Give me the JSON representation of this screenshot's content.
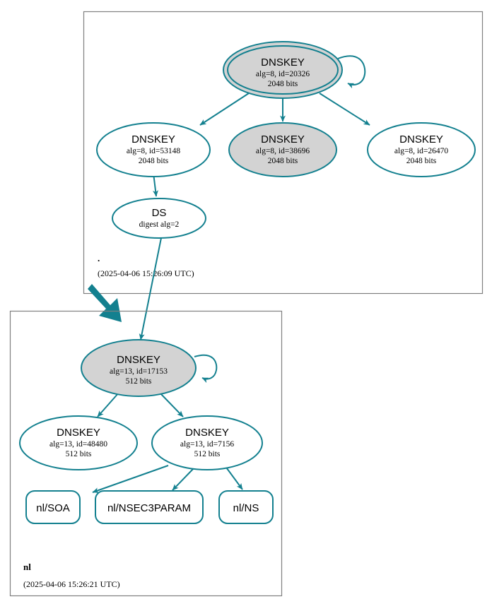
{
  "diagram": {
    "type": "dnssec-authentication-chain",
    "title": "DNSSEC authentication chain for nl",
    "colors": {
      "accent": "#13808f",
      "node_fill_secure": "#d3d3d3",
      "node_fill_plain": "#ffffff",
      "zone_border": "#808080",
      "text": "#000000",
      "background": "#ffffff"
    }
  },
  "zones": [
    {
      "id": "root",
      "name": ".",
      "timestamp": "(2025-04-06 15:26:09 UTC)",
      "nodes": [
        {
          "id": "root-ksk-20326",
          "shape": "double-ellipse",
          "fill": "gray",
          "title": "DNSKEY",
          "line2": "alg=8, id=20326",
          "line3": "2048 bits",
          "self_signed": true
        },
        {
          "id": "root-zsk-53148",
          "shape": "ellipse",
          "fill": "white",
          "title": "DNSKEY",
          "line2": "alg=8, id=53148",
          "line3": "2048 bits",
          "self_signed": false
        },
        {
          "id": "root-zsk-38696",
          "shape": "ellipse",
          "fill": "gray",
          "title": "DNSKEY",
          "line2": "alg=8, id=38696",
          "line3": "2048 bits",
          "self_signed": false
        },
        {
          "id": "root-zsk-26470",
          "shape": "ellipse",
          "fill": "white",
          "title": "DNSKEY",
          "line2": "alg=8, id=26470",
          "line3": "2048 bits",
          "self_signed": false
        },
        {
          "id": "root-ds",
          "shape": "ellipse",
          "fill": "white",
          "title": "DS",
          "line2": "digest alg=2",
          "line3": "",
          "self_signed": false
        }
      ]
    },
    {
      "id": "nl",
      "name": "nl",
      "timestamp": "(2025-04-06 15:26:21 UTC)",
      "nodes": [
        {
          "id": "nl-ksk-17153",
          "shape": "ellipse",
          "fill": "gray",
          "title": "DNSKEY",
          "line2": "alg=13, id=17153",
          "line3": "512 bits",
          "self_signed": true
        },
        {
          "id": "nl-zsk-48480",
          "shape": "ellipse",
          "fill": "white",
          "title": "DNSKEY",
          "line2": "alg=13, id=48480",
          "line3": "512 bits",
          "self_signed": false
        },
        {
          "id": "nl-zsk-7156",
          "shape": "ellipse",
          "fill": "white",
          "title": "DNSKEY",
          "line2": "alg=13, id=7156",
          "line3": "512 bits",
          "self_signed": false
        },
        {
          "id": "nl-soa",
          "shape": "rounded-rect",
          "fill": "white",
          "title": "nl/SOA",
          "line2": "",
          "line3": "",
          "self_signed": false
        },
        {
          "id": "nl-nsec3param",
          "shape": "rounded-rect",
          "fill": "white",
          "title": "nl/NSEC3PARAM",
          "line2": "",
          "line3": "",
          "self_signed": false
        },
        {
          "id": "nl-ns",
          "shape": "rounded-rect",
          "fill": "white",
          "title": "nl/NS",
          "line2": "",
          "line3": "",
          "self_signed": false
        }
      ]
    }
  ],
  "edges": [
    {
      "from": "root-ksk-20326",
      "to": "root-ksk-20326",
      "kind": "self-signature"
    },
    {
      "from": "root-ksk-20326",
      "to": "root-zsk-53148",
      "kind": "signature"
    },
    {
      "from": "root-ksk-20326",
      "to": "root-zsk-38696",
      "kind": "signature"
    },
    {
      "from": "root-ksk-20326",
      "to": "root-zsk-26470",
      "kind": "signature"
    },
    {
      "from": "root-zsk-53148",
      "to": "root-ds",
      "kind": "signature"
    },
    {
      "from": "root-ds",
      "to": "nl-ksk-17153",
      "kind": "delegation"
    },
    {
      "from": "root",
      "to": "nl",
      "kind": "zone-delegation"
    },
    {
      "from": "nl-ksk-17153",
      "to": "nl-ksk-17153",
      "kind": "self-signature"
    },
    {
      "from": "nl-ksk-17153",
      "to": "nl-zsk-48480",
      "kind": "signature"
    },
    {
      "from": "nl-ksk-17153",
      "to": "nl-zsk-7156",
      "kind": "signature"
    },
    {
      "from": "nl-zsk-7156",
      "to": "nl-soa",
      "kind": "signature"
    },
    {
      "from": "nl-zsk-7156",
      "to": "nl-nsec3param",
      "kind": "signature"
    },
    {
      "from": "nl-zsk-7156",
      "to": "nl-ns",
      "kind": "signature"
    }
  ]
}
